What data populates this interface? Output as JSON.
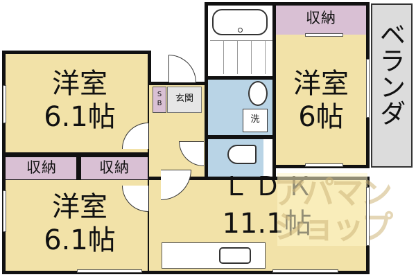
{
  "floor_plan": {
    "colors": {
      "room_fill": "#f2e2a8",
      "storage_fill": "#d9c0d4",
      "wet_fill": "#b9d4e6",
      "veranda_fill": "#dcdcdc",
      "wall": "#111111",
      "entrance_tile": "#e6e6e6"
    },
    "rooms": {
      "western_room_top_left": {
        "name": "洋室",
        "size": "6.1帖"
      },
      "western_room_bottom_left": {
        "name": "洋室",
        "size": "6.1帖"
      },
      "western_room_right": {
        "name": "洋室",
        "size": "6帖"
      },
      "ldk": {
        "name": "ＬＤＫ",
        "size": "11.1帖"
      },
      "storage_left": {
        "name": "収納"
      },
      "storage_middle": {
        "name": "収納"
      },
      "storage_top_right": {
        "name": "収納"
      },
      "veranda": {
        "name": "ベランダ"
      },
      "entrance": {
        "name": "玄関"
      },
      "shoe_box": {
        "name": "S\nB",
        "line1": "S",
        "line2": "B"
      },
      "washing_machine": {
        "name": "洗"
      }
    },
    "watermark": {
      "line1": "アパマン",
      "line2": "ショップ"
    }
  }
}
